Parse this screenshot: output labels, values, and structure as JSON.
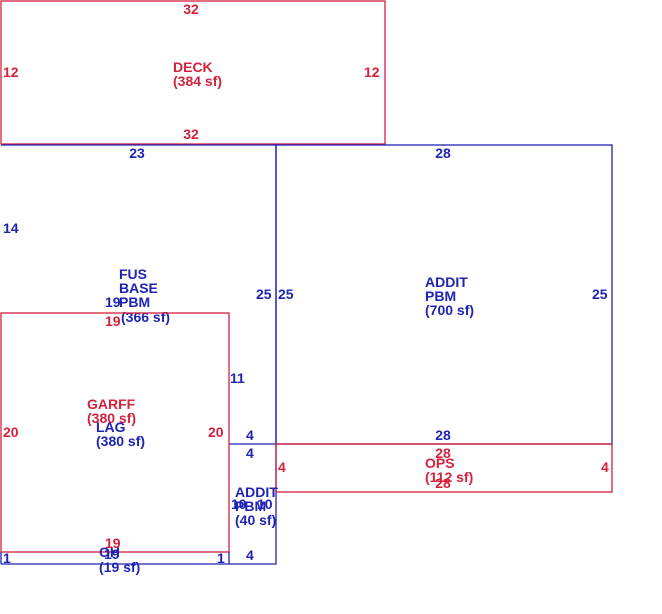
{
  "colors": {
    "red": "#d4213d",
    "blue": "#1f24b4"
  },
  "deck": {
    "name": "DECK",
    "area": "(384 sf)",
    "top": "32",
    "bottom": "32",
    "left": "12",
    "right": "12"
  },
  "fus": {
    "line1": "FUS",
    "line2": "BASE",
    "line3": "PBM",
    "area": "(366 sf)",
    "top": "23",
    "left": "14",
    "right": "25",
    "inner_left": "19",
    "inner_left_red": "19",
    "inner_right": "11",
    "inner_bottom": "4"
  },
  "addit_main": {
    "line1": "ADDIT",
    "line2": "PBM",
    "area": "(700 sf)",
    "top": "28",
    "bottom": "28",
    "left": "25",
    "right": "25"
  },
  "garff": {
    "name": "GARFF",
    "area": "(380 sf)",
    "left": "20",
    "right": "20",
    "bottom": "19"
  },
  "lag": {
    "name": "LAG",
    "area": "(380 sf)"
  },
  "ops": {
    "name": "OPS",
    "area": "(112 sf)",
    "top": "28",
    "bottom": "28",
    "left": "4",
    "right": "4"
  },
  "addit_small": {
    "line1": "ADDIT",
    "line2": "PBM",
    "area": "(40 sf)",
    "top": "4",
    "bottom": "4",
    "left": "10",
    "right": "10"
  },
  "oh": {
    "name": "OH",
    "area": "(19 sf)",
    "top": "19",
    "left": "1",
    "right": "1",
    "inner": "19"
  }
}
